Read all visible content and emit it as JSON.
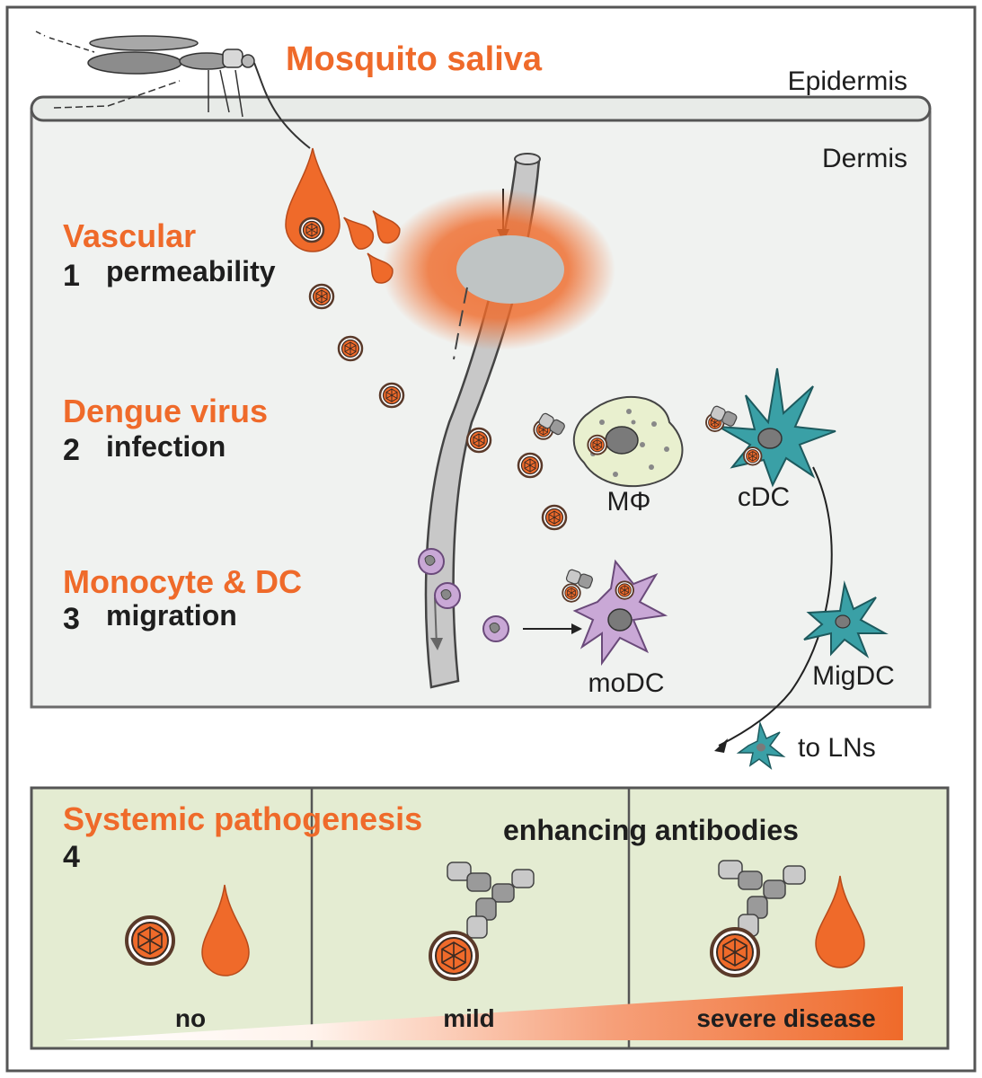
{
  "header": {
    "title": "Mosquito saliva"
  },
  "layers": {
    "epidermis": "Epidermis",
    "dermis": "Dermis"
  },
  "steps": [
    {
      "number": "1",
      "title": "Vascular",
      "subtitle": "permeability"
    },
    {
      "number": "2",
      "title": "Dengue virus",
      "subtitle": "infection"
    },
    {
      "number": "3",
      "title": "Monocyte & DC",
      "subtitle": "migration"
    }
  ],
  "cells": {
    "macrophage": "MΦ",
    "cdc": "cDC",
    "modc": "moDC",
    "migdc": "MigDC",
    "to_lns": "to LNs"
  },
  "systemic": {
    "title": "Systemic pathogenesis",
    "number": "4",
    "antibodies": "enhancing antibodies",
    "scale": {
      "no": "no",
      "mild": "mild",
      "severe": "severe disease"
    }
  },
  "colors": {
    "accent": "#ef6a2a",
    "skin": "#f0f2f0",
    "panel": "#e4ecd2",
    "macrophage": "#e9f0cf",
    "dc": "#3aa0a6",
    "monocyte": "#c9a8d6",
    "vessel": "#c8c8c8"
  }
}
